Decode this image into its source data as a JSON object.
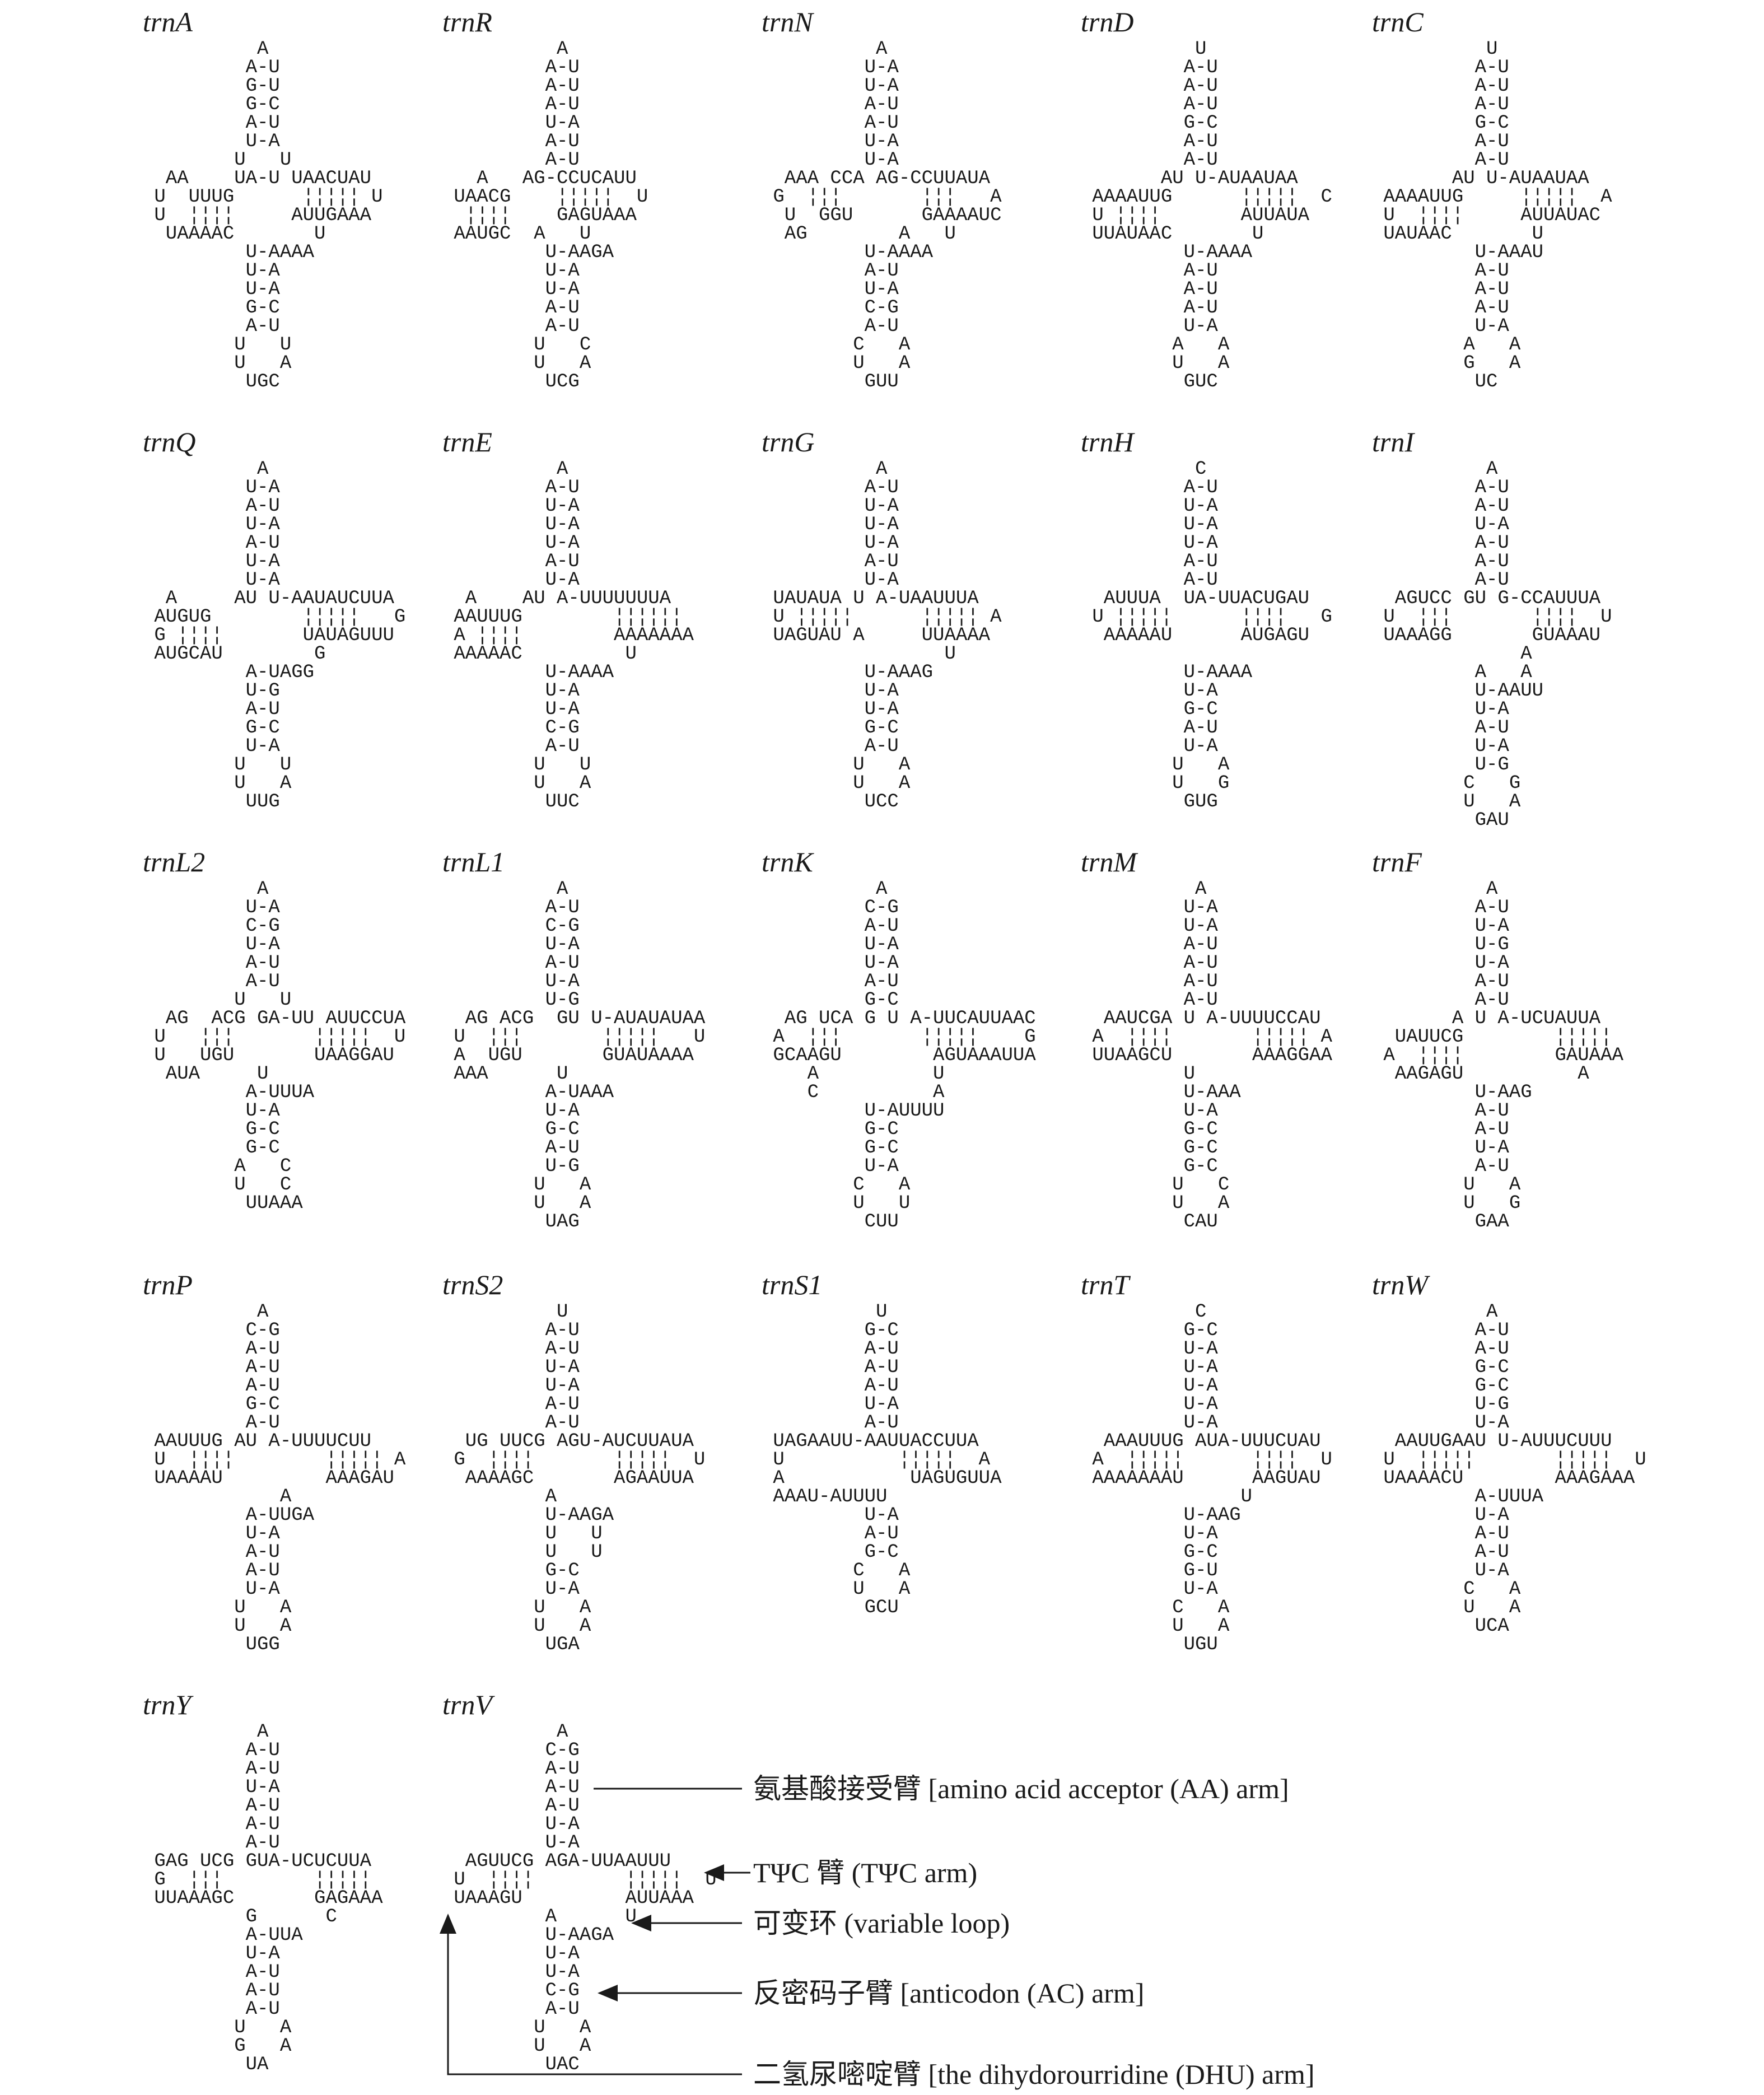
{
  "trnas": [
    {
      "name": "trnA",
      "lines": [
        "          A",
        "         A-U",
        "         G-U",
        "         G-C",
        "         A-U",
        "         U-A",
        "        U   U",
        "  AA    UA-U UAACUAU",
        " U  UUUG      ¦¦¦¦¦ U",
        " U  ¦¦¦¦     AUUGAAA",
        "  UAAAAC       U",
        "         U-AAAA",
        "         U-A",
        "         U-A",
        "         G-C",
        "         A-U",
        "        U   U",
        "        U   A",
        "         UGC"
      ]
    },
    {
      "name": "trnR",
      "lines": [
        "          A",
        "         A-U",
        "         A-U",
        "         A-U",
        "         U-A",
        "         A-U",
        "         A-U",
        "   A   AG-CCUCAUU",
        " UAACG    ¦¦¦¦¦  U",
        "  ¦¦¦¦    GAGUAAA",
        " AAUGC  A   U",
        "         U-AAGA",
        "         U-A",
        "         U-A",
        "         A-U",
        "         A-U",
        "        U   C",
        "        U   A",
        "         UCG"
      ]
    },
    {
      "name": "trnN",
      "lines": [
        "          A",
        "         U-A",
        "         U-A",
        "         A-U",
        "         A-U",
        "         U-A",
        "         U-A",
        "  AAA CCA AG-CCUUAUA",
        " G  ¦¦¦       ¦¦¦   A",
        "  U  GGU      GAAAAUC",
        "  AG        A   U",
        "         U-AAAA",
        "         A-U",
        "         U-A",
        "         C-G",
        "         A-U",
        "        C   A",
        "        U   A",
        "         GUU"
      ]
    },
    {
      "name": "trnD",
      "lines": [
        "          U",
        "         A-U",
        "         A-U",
        "         A-U",
        "         G-C",
        "         A-U",
        "         A-U",
        "       AU U-AUAAUAA",
        " AAAAUUG      ¦¦¦¦¦  C",
        " U ¦¦¦¦       AUUAUA",
        " UUAUAAC       U",
        "         U-AAAA",
        "         A-U",
        "         A-U",
        "         A-U",
        "         U-A",
        "        A   A",
        "        U   A",
        "         GUC"
      ]
    },
    {
      "name": "trnC",
      "lines": [
        "          U",
        "         A-U",
        "         A-U",
        "         A-U",
        "         G-C",
        "         A-U",
        "         A-U",
        "       AU U-AUAAUAA",
        " AAAAUUG     ¦¦¦¦¦  A",
        " U  ¦¦¦¦     AUUAUAC",
        " UAUAAC       U",
        "         U-AAAU",
        "         A-U",
        "         A-U",
        "         A-U",
        "         U-A",
        "        A   A",
        "        G   A",
        "         UC"
      ]
    },
    {
      "name": "trnQ",
      "lines": [
        "          A",
        "         U-A",
        "         A-U",
        "         U-A",
        "         A-U",
        "         U-A",
        "         U-A",
        "  A     AU U-AAUAUCUUA",
        " AUGUG        ¦¦¦¦¦   G",
        " G ¦¦¦¦       UAUAGUUU",
        " AUGCAU        G",
        "         A-UAGG",
        "         U-G",
        "         A-U",
        "         G-C",
        "         U-A",
        "        U   U",
        "        U   A",
        "         UUG"
      ]
    },
    {
      "name": "trnE",
      "lines": [
        "          A",
        "         A-U",
        "         U-A",
        "         U-A",
        "         U-A",
        "         A-U",
        "         U-A",
        "  A    AU A-UUUUUUUA",
        " AAUUUG        ¦¦¦¦¦¦",
        " A ¦¦¦¦        AAAAAAA",
        " AAAAAC         U",
        "         U-AAAA",
        "         U-A",
        "         U-A",
        "         C-G",
        "         A-U",
        "        U   U",
        "        U   A",
        "         UUC"
      ]
    },
    {
      "name": "trnG",
      "lines": [
        "          A",
        "         A-U",
        "         U-A",
        "         U-A",
        "         U-A",
        "         A-U",
        "         U-A",
        " UAUAUA U A-UAAUUUA",
        " U ¦¦¦¦¦      ¦¦¦¦¦ A",
        " UAGUAU A     UUAAAA",
        "                U",
        "         U-AAAG",
        "         U-A",
        "         U-A",
        "         G-C",
        "         A-U",
        "        U   A",
        "        U   A",
        "         UCC"
      ]
    },
    {
      "name": "trnH",
      "lines": [
        "          C",
        "         A-U",
        "         U-A",
        "         U-A",
        "         U-A",
        "         A-U",
        "         A-U",
        "  AUUUA  UA-UUACUGAU",
        " U ¦¦¦¦¦      ¦¦¦¦   G",
        "  AAAAAU      AUGAGU",
        "",
        "         U-AAAA",
        "         U-A",
        "         G-C",
        "         A-U",
        "         U-A",
        "        U   A",
        "        U   G",
        "         GUG"
      ]
    },
    {
      "name": "trnI",
      "lines": [
        "          A",
        "         A-U",
        "         A-U",
        "         U-A",
        "         A-U",
        "         A-U",
        "         A-U",
        "  AGUCC GU G-CCAUUUA",
        " U  ¦¦¦       ¦¦¦¦  U",
        " UAAAGG       GUAAAU",
        "             A",
        "         A   A",
        "         U-AAUU",
        "         U-A",
        "         A-U",
        "         U-A",
        "         U-G",
        "        C   G",
        "        U   A",
        "         GAU"
      ]
    },
    {
      "name": "trnL2",
      "lines": [
        "          A",
        "         U-A",
        "         C-G",
        "         U-A",
        "         A-U",
        "         A-U",
        "        U   U",
        "  AG  ACG GA-UU AUUCCUA",
        " U   ¦¦¦       ¦¦¦¦¦  U",
        " U   UGU       UAAGGAU",
        "  AUA     U",
        "         A-UUUA",
        "         U-A",
        "         G-C",
        "         G-C",
        "        A   C",
        "        U   C",
        "         UUAAA"
      ]
    },
    {
      "name": "trnL1",
      "lines": [
        "          A",
        "         A-U",
        "         C-G",
        "         U-A",
        "         A-U",
        "         U-A",
        "         U-G",
        "  AG ACG  GU U-AUAUAUAA",
        " U  ¦¦¦       ¦¦¦¦¦   U",
        " A  UGU       GUAUAAAA",
        " AAA      U",
        "         A-UAAA",
        "         U-A",
        "         G-C",
        "         A-U",
        "         U-G",
        "        U   A",
        "        U   A",
        "         UAG"
      ]
    },
    {
      "name": "trnK",
      "lines": [
        "          A",
        "         C-G",
        "         A-U",
        "         U-A",
        "         U-A",
        "         A-U",
        "         G-C",
        "  AG UCA G U A-UUCAUUAAC",
        " A  ¦¦¦       ¦¦¦¦¦    G",
        " GCAAGU        AGUAAAUUA",
        "    A          U",
        "    C          A",
        "         U-AUUUU",
        "         G-C",
        "         G-C",
        "         U-A",
        "        C   A",
        "        U   U",
        "         CUU"
      ]
    },
    {
      "name": "trnM",
      "lines": [
        "          A",
        "         U-A",
        "         U-A",
        "         A-U",
        "         A-U",
        "         A-U",
        "         A-U",
        "  AAUCGA U A-UUUUCCAU",
        " A  ¦¦¦¦       ¦¦¦¦¦ A",
        " UUAAGCU       AAAGGAA",
        "         U",
        "         U-AAA",
        "         U-A",
        "         G-C",
        "         G-C",
        "         G-C",
        "        U   C",
        "        U   A",
        "         CAU"
      ]
    },
    {
      "name": "trnF",
      "lines": [
        "          A",
        "         A-U",
        "         U-A",
        "         U-G",
        "         U-A",
        "         A-U",
        "         A-U",
        "       A U A-UCUAUUA",
        "  UAUUCG        ¦¦¦¦¦",
        " A  ¦¦¦¦        GAUAAA",
        "  AAGAGU          A",
        "         U-AAG",
        "         A-U",
        "         A-U",
        "         U-A",
        "         A-U",
        "        U   A",
        "        U   G",
        "         GAA"
      ]
    },
    {
      "name": "trnP",
      "lines": [
        "          A",
        "         C-G",
        "         A-U",
        "         A-U",
        "         A-U",
        "         G-C",
        "         A-U",
        " AAUUUG AU A-UUUUCUU",
        " U  ¦¦¦¦        ¦¦¦¦¦ A",
        " UAAAAU         AAAGAU",
        "            A",
        "         A-UUGA",
        "         U-A",
        "         A-U",
        "         A-U",
        "         U-A",
        "        U   A",
        "        U   A",
        "         UGG"
      ]
    },
    {
      "name": "trnS2",
      "lines": [
        "          U",
        "         A-U",
        "         A-U",
        "         U-A",
        "         U-A",
        "         A-U",
        "         A-U",
        "  UG UUCG AGU-AUCUUAUA",
        " G  ¦¦¦¦       ¦¦¦¦¦  U",
        "  AAAAGC       AGAAUUA",
        "         A",
        "         U-AAGA",
        "         U   U",
        "         U   U",
        "         G-C",
        "         U-A",
        "        U   A",
        "        U   A",
        "         UGA"
      ]
    },
    {
      "name": "trnS1",
      "lines": [
        "          U",
        "         G-C",
        "         A-U",
        "         A-U",
        "         A-U",
        "         U-A",
        "         A-U",
        " UAGAAUU-AAUUACCUUA",
        " U          ¦¦¦¦¦  A",
        " A           UAGUGUUA",
        " AAAU-AUUUU",
        "         U-A",
        "         A-U",
        "         G-C",
        "        C   A",
        "        U   A",
        "         GCU"
      ]
    },
    {
      "name": "trnT",
      "lines": [
        "          C",
        "         G-C",
        "         U-A",
        "         U-A",
        "         U-A",
        "         U-A",
        "         U-A",
        "  AAAUUUG AUA-UUUCUAU",
        " A  ¦¦¦¦¦      ¦¦¦¦  U",
        " AAAAAAAU      AAGUAU",
        "              U",
        "         U-AAG",
        "         U-A",
        "         G-C",
        "         G-U",
        "         U-A",
        "        C   A",
        "        U   A",
        "         UGU"
      ]
    },
    {
      "name": "trnW",
      "lines": [
        "          A",
        "         A-U",
        "         A-U",
        "         G-C",
        "         G-C",
        "         U-G",
        "         U-A",
        "  AAUUGAAU U-AUUUCUUU",
        " U  ¦¦¦¦¦       ¦¦¦¦¦  U",
        " UAAAACU        AAAGAAA",
        "         A-UUUA",
        "         U-A",
        "         A-U",
        "         A-U",
        "         U-A",
        "        C   A",
        "        U   A",
        "         UCA"
      ]
    },
    {
      "name": "trnY",
      "lines": [
        "          A",
        "         A-U",
        "         A-U",
        "         U-A",
        "         A-U",
        "         A-U",
        "         A-U",
        " GAG UCG GUA-UCUCUUA",
        " G  ¦¦¦        ¦¦¦¦¦",
        " UUAAAGC       GAGAAA",
        "         G      C",
        "         A-UUA",
        "         U-A",
        "         A-U",
        "         A-U",
        "         A-U",
        "        U   A",
        "        G   A",
        "         UA"
      ]
    },
    {
      "name": "trnV",
      "lines": [
        "          A",
        "         C-G",
        "         A-U",
        "         A-U",
        "         A-U",
        "         U-A",
        "         U-A",
        "  AGUUCG AGA-UUAAUUU",
        " U  ¦¦¦¦        ¦¦¦¦¦  U",
        " UAAAGU         AUUAAA",
        "         A      U",
        "         U-AAGA",
        "         U-A",
        "         U-A",
        "         C-G",
        "         A-U",
        "        U   A",
        "        U   A",
        "         UAC"
      ]
    }
  ],
  "annotations": {
    "acceptor": "氨基酸接受臂 [amino acid acceptor (AA) arm]",
    "tpsic": "TΨC 臂 (TΨC arm)",
    "variable": "可变环 (variable loop)",
    "anticodon": "反密码子臂 [anticodon (AC) arm]",
    "dhu": "二氢尿嘧啶臂 [the dihydorourridine (DHU) arm]"
  }
}
